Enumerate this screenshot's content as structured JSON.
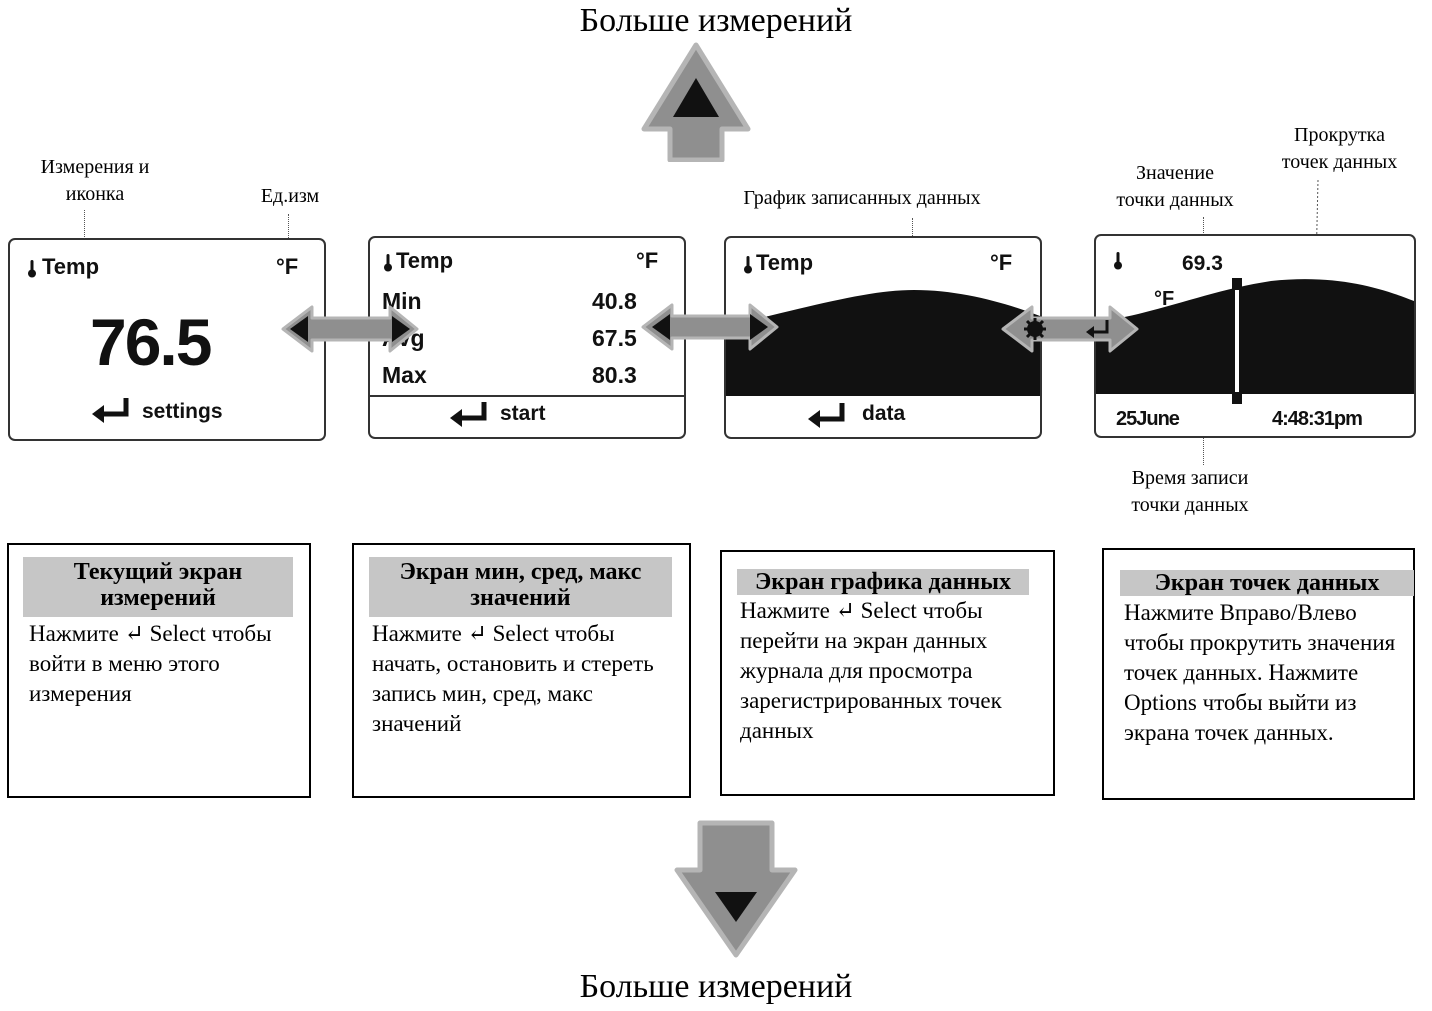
{
  "nav": {
    "top_label": "Больше измерений",
    "bottom_label": "Больше измерений"
  },
  "callouts": {
    "measure_icon": "Измерения и\nиконка",
    "unit": "Ед.изм",
    "graph": "График записанных данных",
    "point_value": "Значение\nточки данных",
    "scroll": "Прокрутка\nточек данных",
    "record_time": "Время записи\nточки данных"
  },
  "screens": {
    "current": {
      "label": "Temp",
      "unit": "°F",
      "value": "76.5",
      "action": "settings"
    },
    "minmax": {
      "label": "Temp",
      "unit": "°F",
      "rows": [
        {
          "name": "Min",
          "value": "40.8"
        },
        {
          "name": "Avg",
          "value": "67.5"
        },
        {
          "name": "Max",
          "value": "80.3"
        }
      ],
      "action": "start"
    },
    "graph": {
      "label": "Temp",
      "unit": "°F",
      "action": "data"
    },
    "points": {
      "value": "69.3",
      "unit": "°F",
      "date": "25June",
      "time": "4:48:31pm"
    }
  },
  "descriptions": [
    {
      "title": "Текущий экран измерений",
      "body": "Нажмите ↵ Select чтобы войти в меню этого измерения"
    },
    {
      "title": "Экран мин, сред, макс значений",
      "body": "Нажмите ↵ Select чтобы начать, остановить и стереть запись мин, сред, макс значений"
    },
    {
      "title": "Экран графика данных",
      "body": "Нажмите ↵ Select чтобы перейти на экран данных журнала для просмотра зарегистрированных точек данных"
    },
    {
      "title": "Экран точек данных",
      "body": "Нажмите Вправо/Влево чтобы прокрутить значения точек данных. Нажмите Options чтобы выйти из экрана точек данных."
    }
  ],
  "colors": {
    "arrow_fill": "#8f8f8f",
    "arrow_border": "#b5b5b5",
    "title_bg": "#c6c6c6",
    "screen_ink": "#111111"
  }
}
